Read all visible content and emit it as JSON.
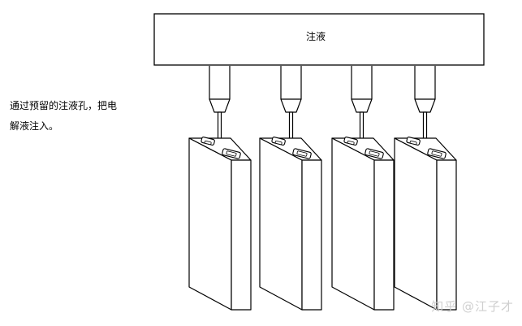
{
  "header_box": {
    "label": "注液"
  },
  "caption": {
    "line1": "通过预留的注液孔，把电",
    "line2": "解液注入。"
  },
  "watermark": "知乎 @江子才",
  "cells": [
    {
      "id": 1
    },
    {
      "id": 2
    },
    {
      "id": 3
    },
    {
      "id": 4
    }
  ]
}
